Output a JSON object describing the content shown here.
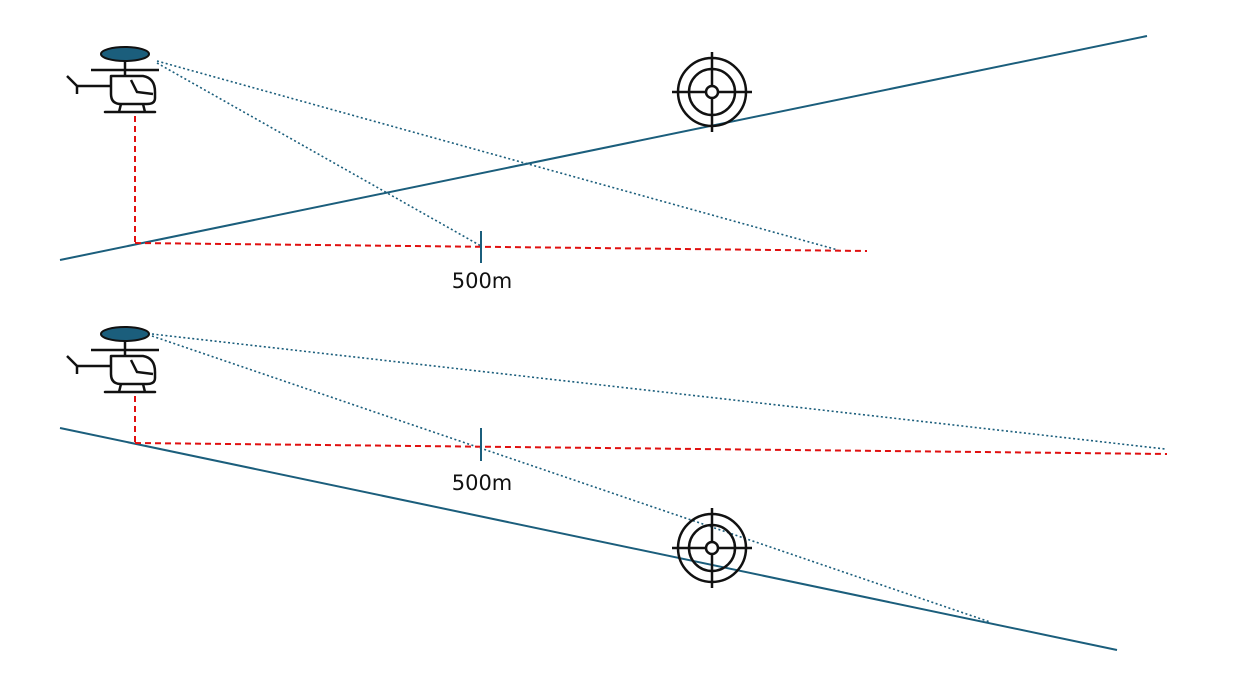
{
  "colors": {
    "terrain": "#1b5e7c",
    "sightline": "#1b5e7c",
    "reference": "#e01010",
    "rotor": "#1b5e7c",
    "icon": "#111111"
  },
  "icons": {
    "aircraft": "helicopter-icon",
    "target": "crosshair-target-icon"
  },
  "panels": {
    "upslope": {
      "terrain_slope": "rising",
      "distance_label": "500m"
    },
    "downslope": {
      "terrain_slope": "falling",
      "distance_label": "500m"
    }
  }
}
